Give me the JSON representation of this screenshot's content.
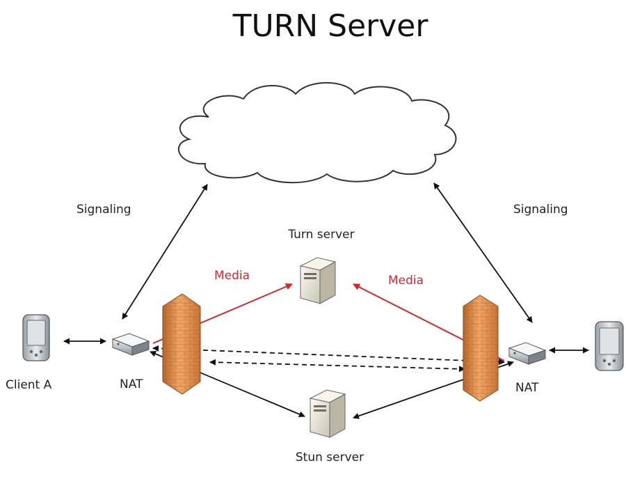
{
  "title": "TURN Server",
  "labels": {
    "signaling_left": "Signaling",
    "signaling_right": "Signaling",
    "turn_server": "Turn server",
    "stun_server": "Stun server",
    "media_left": "Media",
    "media_right": "Media",
    "client_a": "Client A",
    "nat_left": "NAT",
    "nat_right": "NAT"
  },
  "colors": {
    "media_arrow": "#d9232b",
    "arrow": "#111111",
    "cloud_stroke": "#333333",
    "firewall": "#e39a5a"
  }
}
